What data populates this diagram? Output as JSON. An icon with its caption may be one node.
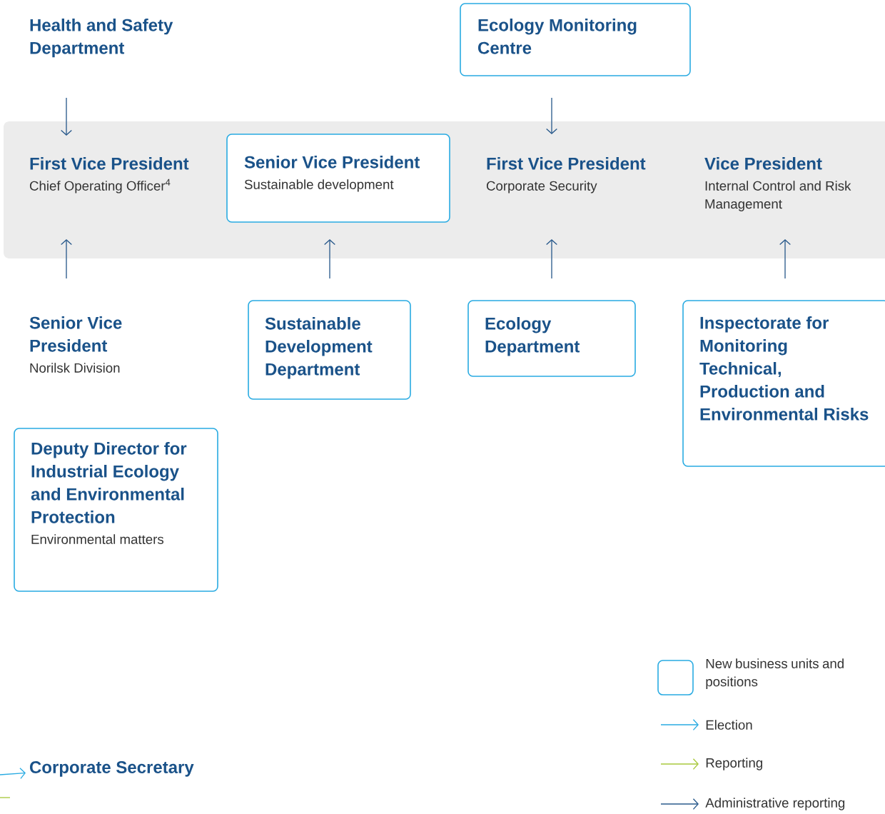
{
  "diagram": {
    "nodes": [
      {
        "text": [
          "Health and Safety Department"
        ]
      },
      {
        "text": [
          "Ecology Monitoring Centre"
        ]
      },
      {
        "text": [
          "First Vice President",
          "Chief Operating Officer$^{4}$"
        ]
      },
      {
        "text": [
          "Senior Vice President",
          "Sustainable development"
        ]
      },
      {
        "text": [
          "First Vice President",
          "Corporate Security"
        ]
      },
      {
        "text": [
          "Vice President",
          "Internal Control and Risk Management"
        ]
      },
      {
        "text": [
          "Senior Vice President",
          "Norilsk Division"
        ]
      },
      {
        "text": [
          "Sustainable Development Department"
        ]
      },
      {
        "text": [
          "Ecology Department"
        ]
      },
      {
        "text": [
          "Inspectorate for Monitoring Technical, Production and Environmental Risks"
        ]
      },
      {
        "text": [
          "Deputy Director for Industrial Ecology and Environmental Protection",
          "Environmental matters"
        ]
      },
      {
        "text": [
          "Corporate Secretary"
        ]
      }
    ],
    "edges": [
      {
        "from": 0,
        "to": 2,
        "arrow": "to"
      },
      {
        "from": 1,
        "to": 4,
        "arrow": "to"
      },
      {
        "from": 6,
        "to": 2,
        "arrow": "to"
      },
      {
        "from": 7,
        "to": 3,
        "arrow": "to"
      },
      {
        "from": 8,
        "to": 4,
        "arrow": "to"
      },
      {
        "from": 9,
        "to": 5,
        "arrow": "to"
      },
      {
        "from": null,
        "to": 11,
        "arrow": "to",
        "color": "#29abe2"
      }
    ],
    "legend": [
      {
        "text": "New business units and positions"
      },
      {
        "text": "Election"
      },
      {
        "text": "Reporting"
      },
      {
        "text": "Administrative reporting"
      }
    ]
  }
}
